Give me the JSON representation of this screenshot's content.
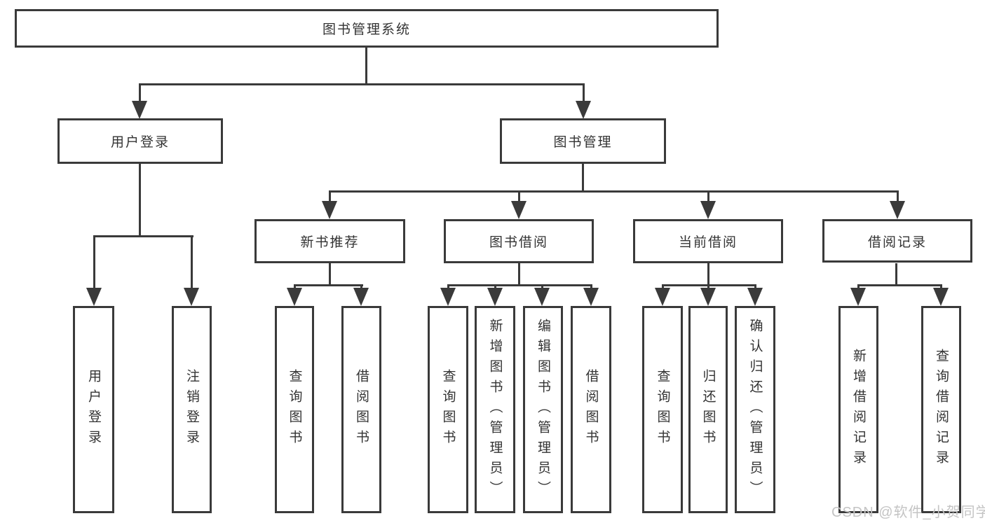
{
  "diagram": {
    "title": "图书管理系统",
    "root": {
      "label": "图书管理系统"
    },
    "branches": [
      {
        "label": "用户登录",
        "children": [
          {
            "label": "用户登录"
          },
          {
            "label": "注销登录"
          }
        ]
      },
      {
        "label": "图书管理",
        "children": [
          {
            "label": "新书推荐",
            "children": [
              {
                "label": "查询图书"
              },
              {
                "label": "借阅图书"
              }
            ]
          },
          {
            "label": "图书借阅",
            "children": [
              {
                "label": "查询图书"
              },
              {
                "label": "新增图书（管理员）"
              },
              {
                "label": "编辑图书（管理员）"
              },
              {
                "label": "借阅图书"
              }
            ]
          },
          {
            "label": "当前借阅",
            "children": [
              {
                "label": "查询图书"
              },
              {
                "label": "归还图书"
              },
              {
                "label": "确认归还（管理员）"
              }
            ]
          },
          {
            "label": "借阅记录",
            "children": [
              {
                "label": "新增借阅记录"
              },
              {
                "label": "查询借阅记录"
              }
            ]
          }
        ]
      }
    ],
    "colors": {
      "line": "#3a3a3a",
      "box_border": "#3a3a3a",
      "text": "#333333",
      "background": "#ffffff",
      "watermark": "#c4c4c4"
    }
  },
  "watermark": {
    "text": "CSDN @软件_小贺同学"
  }
}
